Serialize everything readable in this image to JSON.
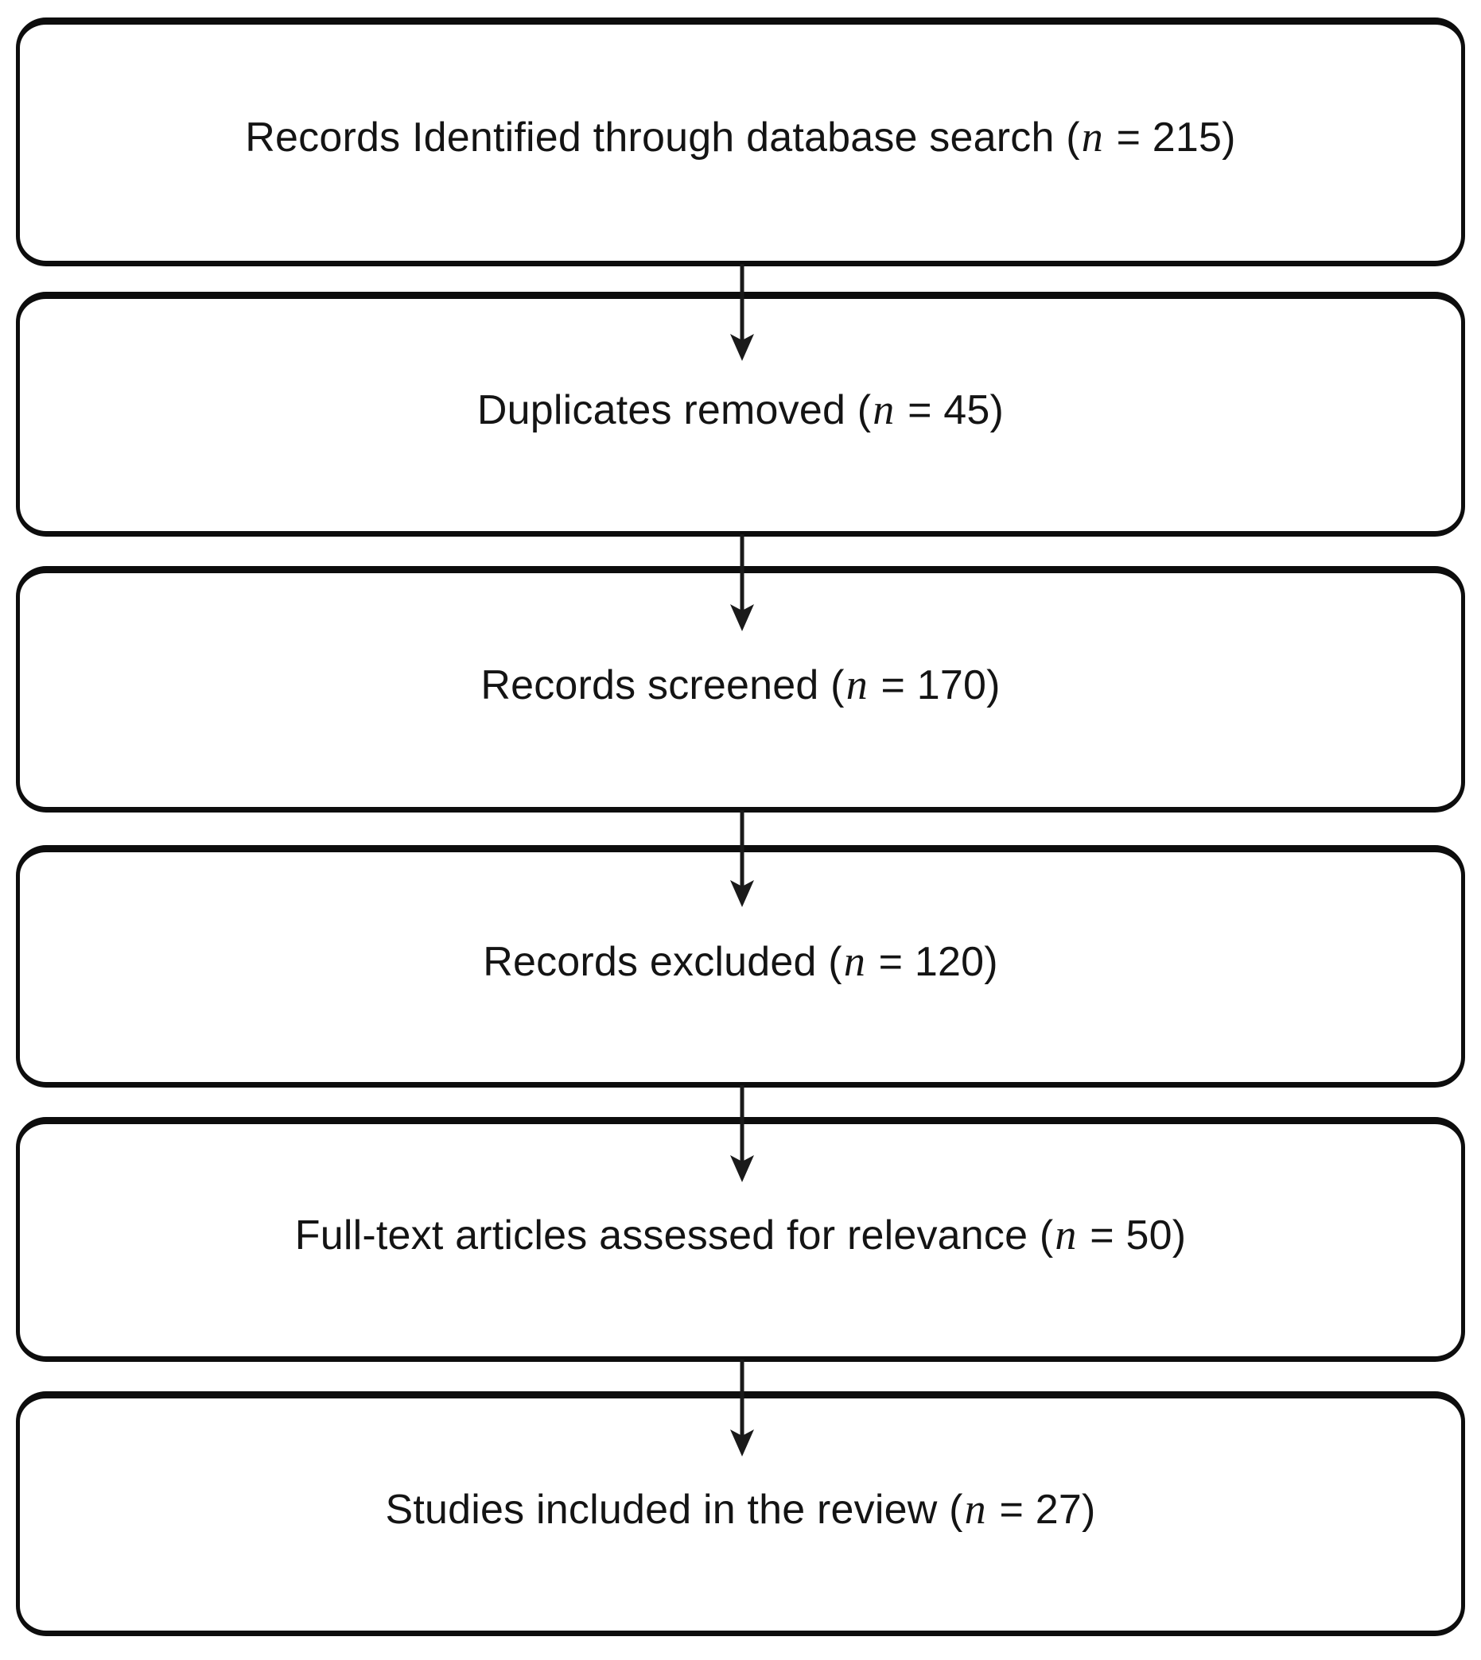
{
  "diagram": {
    "type": "flowchart",
    "description": "Study selection flow diagram (PRISMA-style), six stacked rounded boxes connected by downward arrows",
    "boxes": [
      {
        "name": "records-identified",
        "before": "Records Identified through database search (",
        "n": "n",
        "after": " = 215)",
        "n_value": 215
      },
      {
        "name": "duplicates-removed",
        "before": "Duplicates removed (",
        "n": "n",
        "after": " = 45)",
        "n_value": 45
      },
      {
        "name": "records-screened",
        "before": "Records screened (",
        "n": "n",
        "after": " = 170)",
        "n_value": 170
      },
      {
        "name": "records-excluded",
        "before": "Records excluded (",
        "n": "n",
        "after": " = 120)",
        "n_value": 120
      },
      {
        "name": "fulltext-assessed",
        "before": "Full-text articles assessed for relevance (",
        "n": "n",
        "after": " = 50)",
        "n_value": 50
      },
      {
        "name": "studies-included",
        "before": "Studies included in the review (",
        "n": "n",
        "after": " = 27)",
        "n_value": 27
      }
    ],
    "arrows": [
      {
        "from": "records-identified",
        "to": "duplicates-removed"
      },
      {
        "from": "duplicates-removed",
        "to": "records-screened"
      },
      {
        "from": "records-screened",
        "to": "records-excluded"
      },
      {
        "from": "records-excluded",
        "to": "fulltext-assessed"
      },
      {
        "from": "fulltext-assessed",
        "to": "studies-included"
      }
    ],
    "colors": {
      "border": "#0d0d0d",
      "text": "#141414",
      "arrow": "#1a1a1a",
      "background": "#ffffff"
    }
  }
}
